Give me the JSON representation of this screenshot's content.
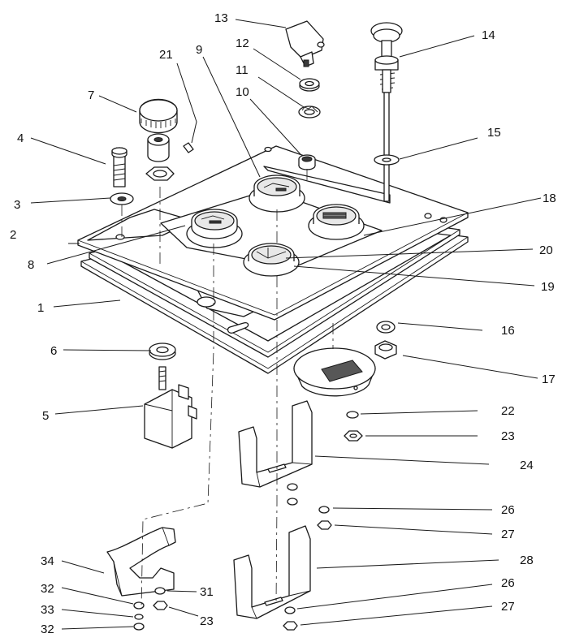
{
  "callouts": [
    {
      "id": "c1",
      "label": "1"
    },
    {
      "id": "c2",
      "label": "2"
    },
    {
      "id": "c3",
      "label": "3"
    },
    {
      "id": "c4",
      "label": "4"
    },
    {
      "id": "c5",
      "label": "5"
    },
    {
      "id": "c6",
      "label": "6"
    },
    {
      "id": "c7",
      "label": "7"
    },
    {
      "id": "c8",
      "label": "8"
    },
    {
      "id": "c9",
      "label": "9"
    },
    {
      "id": "c10",
      "label": "10"
    },
    {
      "id": "c11",
      "label": "11"
    },
    {
      "id": "c12",
      "label": "12"
    },
    {
      "id": "c13",
      "label": "13"
    },
    {
      "id": "c14",
      "label": "14"
    },
    {
      "id": "c15",
      "label": "15"
    },
    {
      "id": "c16",
      "label": "16"
    },
    {
      "id": "c17",
      "label": "17"
    },
    {
      "id": "c18",
      "label": "18"
    },
    {
      "id": "c19",
      "label": "19"
    },
    {
      "id": "c20",
      "label": "20"
    },
    {
      "id": "c21",
      "label": "21"
    },
    {
      "id": "c22",
      "label": "22"
    },
    {
      "id": "c23a",
      "label": "23"
    },
    {
      "id": "c24",
      "label": "24"
    },
    {
      "id": "c26a",
      "label": "26"
    },
    {
      "id": "c27a",
      "label": "27"
    },
    {
      "id": "c28",
      "label": "28"
    },
    {
      "id": "c26b",
      "label": "26"
    },
    {
      "id": "c27b",
      "label": "27"
    },
    {
      "id": "c34",
      "label": "34"
    },
    {
      "id": "c31",
      "label": "31"
    },
    {
      "id": "c32a",
      "label": "32"
    },
    {
      "id": "c33",
      "label": "33"
    },
    {
      "id": "c23b",
      "label": "23"
    },
    {
      "id": "c32b",
      "label": "32"
    }
  ]
}
